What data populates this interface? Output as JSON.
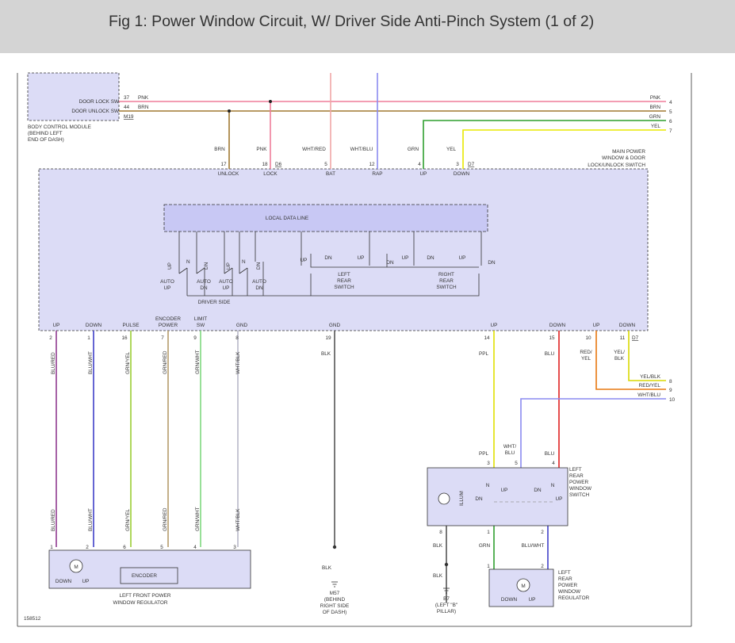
{
  "header": {
    "title": "Fig 1: Power Window Circuit, W/ Driver Side Anti-Pinch System (1 of 2)"
  },
  "colors": {
    "header_bg": "#d4d4d4",
    "module_fill": "#dcdcf6",
    "wire_pnk": "#ef7d9a",
    "wire_brn": "#a07830",
    "wire_grn": "#2f9f2f",
    "wire_yel": "#e8e800",
    "wire_wht_red": "#f0a6a6",
    "wire_wht_blu": "#8a8af0",
    "wire_blu_red": "#8f3a8f",
    "wire_blu_wht": "#3f3fc8",
    "wire_grn_yel": "#9acd32",
    "wire_grn_red": "#b59b6b",
    "wire_grn_wht": "#7fd87f",
    "wire_wht_blk": "#b8b8c8",
    "wire_blk": "#555555",
    "wire_ppl": "#e0e000",
    "wire_blu": "#e02020",
    "wire_red_yel": "#e87810"
  },
  "labels": {
    "t_bcm": "BODY CONTROL MODULE",
    "t_bcm2": "(BEHIND LEFT",
    "t_bcm3": "END OF DASH)",
    "t_dlsw": "DOOR LOCK SW",
    "t_dusw": "DOOR UNLOCK SW",
    "t_37": "37",
    "t_44": "44",
    "t_m19": "M19",
    "t_pnk_a": "PNK",
    "t_brn_a": "BRN",
    "t_pnk_r": "PNK",
    "t_brn_r": "BRN",
    "t_grn_r": "GRN",
    "t_yel_r": "YEL",
    "t_4": "4",
    "t_5": "5",
    "t_6": "6",
    "t_7": "7",
    "t_brn_v": "BRN",
    "t_pnk_v": "PNK",
    "t_whtred_v": "WHT/RED",
    "t_whtblu_v": "WHT/BLU",
    "t_grn_v": "GRN",
    "t_yel_v": "YEL",
    "t_mpw1": "MAIN POWER",
    "t_mpw2": "WINDOW & DOOR",
    "t_mpw3": "LOCK/UNLOCK SWITCH",
    "t_p17": "17",
    "t_p18": "18",
    "t_d6": "D6",
    "t_p5": "5",
    "t_p12": "12",
    "t_p4": "4",
    "t_p3": "3",
    "t_d7a": "D7",
    "t_unlock": "UNLOCK",
    "t_lock": "LOCK",
    "t_bat": "BAT",
    "t_rap": "RAP",
    "t_up_t": "UP",
    "t_down_t": "DOWN",
    "t_ldl": "LOCAL DATA LINE",
    "t_ds_up": "UP",
    "t_ds_n1": "N",
    "t_ds_dn1": "DN",
    "t_ds_up2": "UP",
    "t_ds_n2": "N",
    "t_ds_dn2": "DN",
    "t_ds_autoup1": "AUTO",
    "t_ds_autoup2": "UP",
    "t_ds_autodn1": "AUTO",
    "t_ds_autodn2": "DN",
    "t_ds_autoup3": "AUTO",
    "t_ds_autoup4": "UP",
    "t_ds_autodn3": "AUTO",
    "t_ds_autodn4": "DN",
    "t_ds_label": "DRIVER SIDE",
    "t_lr_up1": "UP",
    "t_lr_dn1": "DN",
    "t_lr_up2": "UP",
    "t_lr_dn2": "DN",
    "t_lr_lab1": "LEFT",
    "t_lr_lab2": "REAR",
    "t_lr_lab3": "SWITCH",
    "t_rr_up1": "UP",
    "t_rr_dn1": "DN",
    "t_rr_up2": "UP",
    "t_rr_dn2": "DN",
    "t_rr_lab1": "RIGHT",
    "t_rr_lab2": "REAR",
    "t_rr_lab3": "SWITCH",
    "t_b_up": "UP",
    "t_b_down": "DOWN",
    "t_b_pulse": "PULSE",
    "t_b_enc1": "ENCODER",
    "t_b_enc2": "POWER",
    "t_b_lim1": "LIMIT",
    "t_b_lim2": "SW",
    "t_b_gnd1": "GND",
    "t_b_gnd2": "GND",
    "t_b_up2": "UP",
    "t_b_down2": "DOWN",
    "t_b_up3": "UP",
    "t_b_down3": "DOWN",
    "t_b_d7": "D7",
    "t_bp2": "2",
    "t_bp1": "1",
    "t_bp16": "16",
    "t_bp7": "7",
    "t_bp9": "9",
    "t_bp8": "8",
    "t_bp19": "19",
    "t_bp14": "14",
    "t_bp15": "15",
    "t_bp10": "10",
    "t_bp11": "11",
    "t_w_blured": "BLU/RED",
    "t_w_bluwht": "BLU/WHT",
    "t_w_grnyel": "GRN/YEL",
    "t_w_grnred": "GRN/RED",
    "t_w_grnwht": "GRN/WHT",
    "t_w_whtblk": "WHT/BLK",
    "t_w_blk": "BLK",
    "t_w_ppl": "PPL",
    "t_w_blu": "BLU",
    "t_w_redyel1": "RED/",
    "t_w_redyel2": "YEL",
    "t_w_yelblk1": "YEL/",
    "t_w_yelblk2": "BLK",
    "t_r_yelblk": "YEL/BLK",
    "t_r_redyel": "RED/YEL",
    "t_r_whtblu": "WHT/BLU",
    "t_r8": "8",
    "t_r9": "9",
    "t_r10": "10",
    "t_w2_blured": "BLU/RED",
    "t_w2_bluwht": "BLU/WHT",
    "t_w2_grnyel": "GRN/YEL",
    "t_w2_grnred": "GRN/RED",
    "t_w2_grnwht": "GRN/WHT",
    "t_w2_whtblk": "WHT/BLK",
    "t_reg_p1": "1",
    "t_reg_p2": "2",
    "t_reg_p6": "6",
    "t_reg_p5": "5",
    "t_reg_p4": "4",
    "t_reg_p3": "3",
    "t_reg_m": "M",
    "t_reg_down": "DOWN",
    "t_reg_up": "UP",
    "t_reg_enc": "ENCODER",
    "t_reg_lab1": "LEFT FRONT POWER",
    "t_reg_lab2": "WINDOW REGULATOR",
    "t_m57_blk": "BLK",
    "t_m57_1": "M57",
    "t_m57_2": "(BEHIND",
    "t_m57_3": "RIGHT SIDE",
    "t_m57_4": "OF DASH)",
    "t_ls_ppl": "PPL",
    "t_ls_whtblu1": "WHT/",
    "t_ls_whtblu2": "BLU",
    "t_ls_blu": "BLU",
    "t_ls_p3": "3",
    "t_ls_p5": "5",
    "t_ls_p4": "4",
    "t_ls_n1": "N",
    "t_ls_up1": "UP",
    "t_ls_dn1": "DN",
    "t_ls_dn2": "DN",
    "t_ls_n2": "N",
    "t_ls_up2": "UP",
    "t_ls_illum": "ILLUM",
    "t_ls_lab1": "LEFT",
    "t_ls_lab2": "REAR",
    "t_ls_lab3": "POWER",
    "t_ls_lab4": "WINDOW",
    "t_ls_lab5": "SWITCH",
    "t_ls_p8": "8",
    "t_ls_p1": "1",
    "t_ls_p2": "2",
    "t_ls_blk": "BLK",
    "t_ls_grn": "GRN",
    "t_ls_bluwht": "BLU/WHT",
    "t_b7_blk": "BLK",
    "t_b7_1": "B7",
    "t_b7_2": "(LEFT \"B\"",
    "t_b7_3": "PILLAR)",
    "t_lr_reg_p1": "1",
    "t_lr_reg_p2": "2",
    "t_lr_reg_m": "M",
    "t_lr_reg_down": "DOWN",
    "t_lr_reg_up": "UP",
    "t_lrreg_lab1": "LEFT",
    "t_lrreg_lab2": "REAR",
    "t_lrreg_lab3": "POWER",
    "t_lrreg_lab4": "WINDOW",
    "t_lrreg_lab5": "REGULATOR",
    "t_fig_num": "158512"
  }
}
